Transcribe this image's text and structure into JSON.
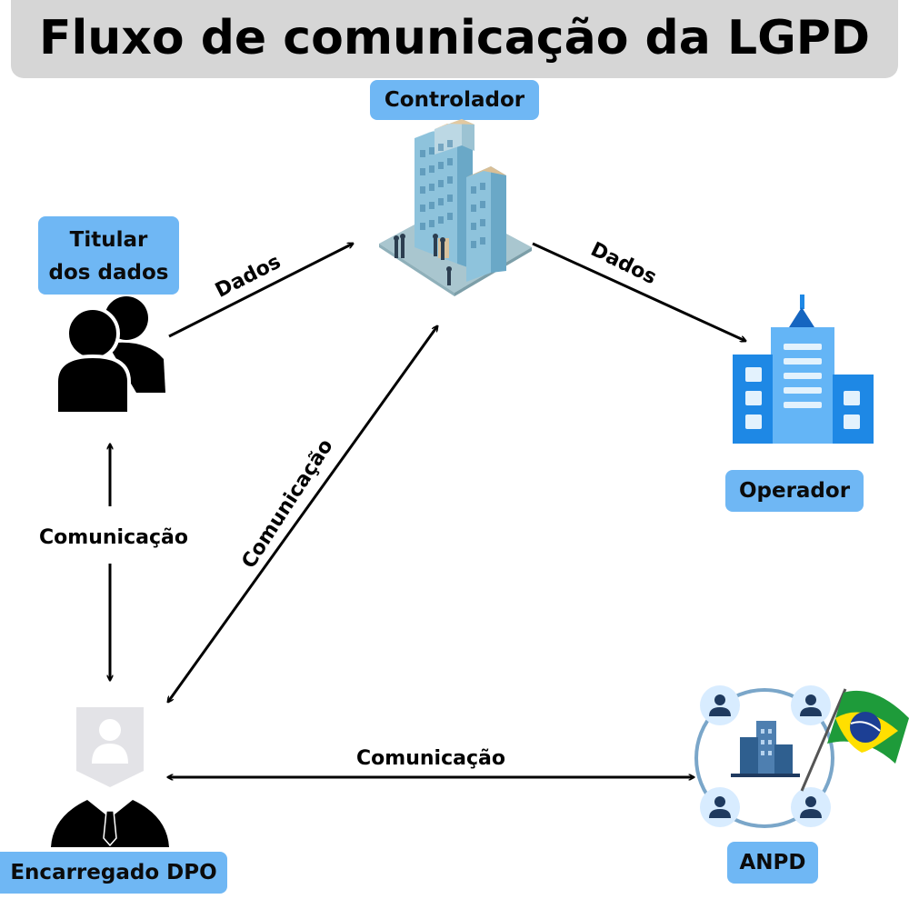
{
  "title": "Fluxo de comunicação da LGPD",
  "nodes": {
    "controlador": "Controlador",
    "titular_line1": "Titular",
    "titular_line2": "dos dados",
    "operador": "Operador",
    "encarregado": "Encarregado DPO",
    "anpd": "ANPD"
  },
  "edges": {
    "titular_controlador": "Dados",
    "controlador_operador": "Dados",
    "titular_encarregado": "Comunicação",
    "encarregado_controlador": "Comunicação",
    "encarregado_anpd": "Comunicação"
  },
  "colors": {
    "label_bg": "#6fb7f4",
    "title_bg": "#d6d6d6",
    "operador_blue": "#1e88e5",
    "anpd_ring": "#7aa6c9",
    "flag_green": "#1e9b3a",
    "flag_yellow": "#ffdf00",
    "flag_blue": "#1c3f94"
  },
  "icons": {
    "controlador": "office-building-isometric-icon",
    "titular": "people-group-icon",
    "operador": "blue-building-icon",
    "encarregado": "officer-badge-icon",
    "anpd": "network-building-brazil-flag-icon"
  }
}
